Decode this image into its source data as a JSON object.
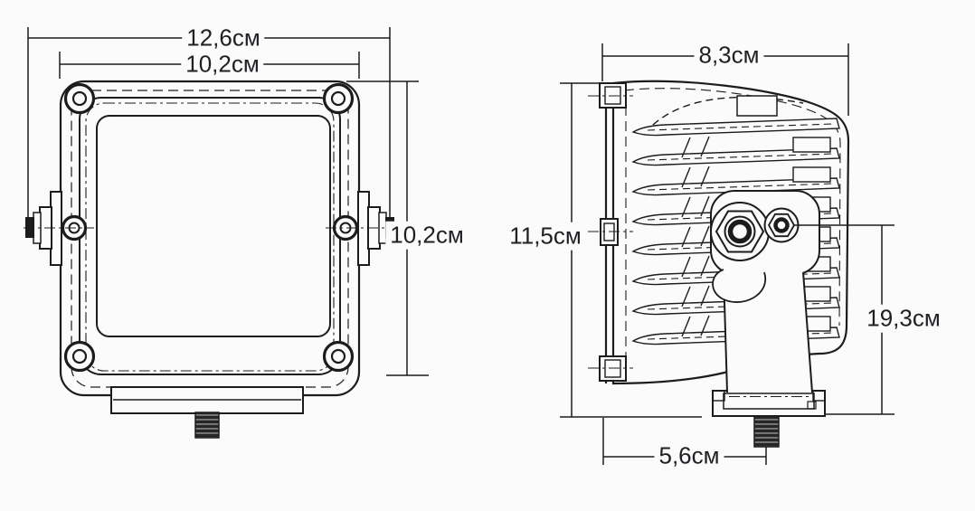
{
  "colors": {
    "background": "#fbfbfb",
    "line": "#1c1c1c",
    "text": "#1f1f24"
  },
  "units": "см",
  "dimensions": {
    "front": {
      "outer_width": "12,6см",
      "inner_width": "10,2см",
      "height": "10,2см"
    },
    "side": {
      "depth": "8,3см",
      "height": "11,5см",
      "bracket_height": "19,3см",
      "face_to_bolt_axis": "5,6см"
    }
  }
}
